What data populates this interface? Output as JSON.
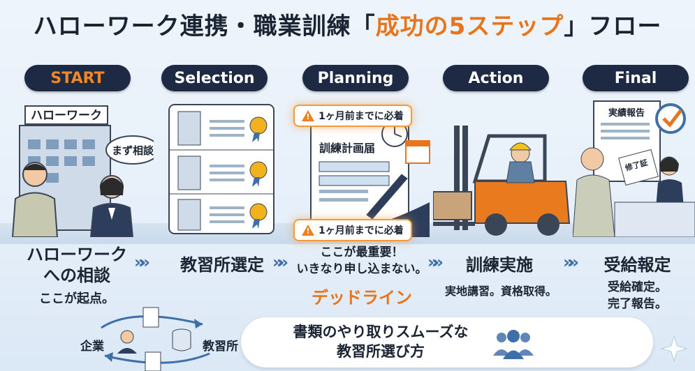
{
  "title": {
    "main": "ハローワーク連携・職業訓練「",
    "highlight": "成功の5ステップ",
    "end": "」フロー"
  },
  "stages": [
    {
      "name": "START"
    },
    {
      "name": "Selection"
    },
    {
      "name": "Planning"
    },
    {
      "name": "Action"
    },
    {
      "name": "Final"
    }
  ],
  "scenes": {
    "start_sign": "ハローワーク",
    "start_bubble": "まず相談",
    "planning_doc": "訓練計画届",
    "planning_badge_top": "1ヶ月前までに必着",
    "planning_badge_bottom": "1ヶ月前までに必着",
    "final_report": "実績報告",
    "final_cert": "修了証"
  },
  "steps": [
    {
      "label": "ハローワーク\nへの相談",
      "sub": "ここが起点。"
    },
    {
      "label": "教習所選定"
    },
    {
      "label": "ここが最重要！\nいきなり申し込まない。",
      "emphasis": "デッドライン"
    },
    {
      "label": "訓練実施",
      "sub": "実地講習。資格取得。"
    },
    {
      "label": "受給報定",
      "sub": "受給確定。\n完了報告。"
    }
  ],
  "arrow_glyph": "»»",
  "bottom": {
    "left": "企業",
    "right": "教習所",
    "message": "書類のやり取りスムーズな\n教習所選び方"
  },
  "colors": {
    "accent": "#e8741c",
    "navy": "#1e2a44",
    "arrow": "#3e6fa8"
  },
  "icons": [
    "warning-icon",
    "clock-icon",
    "calendar-icon",
    "pen-icon",
    "ribbon-icon",
    "checkmark-icon",
    "building-icon",
    "document-icon",
    "database-icon",
    "people-icon",
    "sparkle-icon"
  ]
}
